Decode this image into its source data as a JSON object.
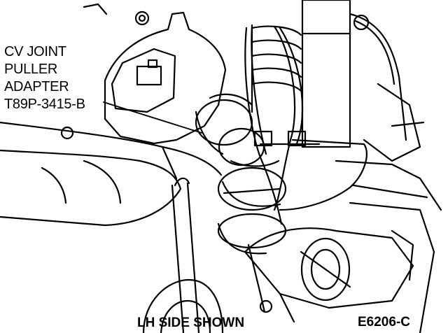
{
  "figure": {
    "callout_lines": [
      "CV JOINT",
      "PULLER",
      "ADAPTER",
      "T89P-3415-B"
    ],
    "caption": "LH SIDE SHOWN",
    "figure_id": "E6206-C"
  },
  "colors": {
    "ink": "#000000",
    "paper": "#ffffff"
  }
}
